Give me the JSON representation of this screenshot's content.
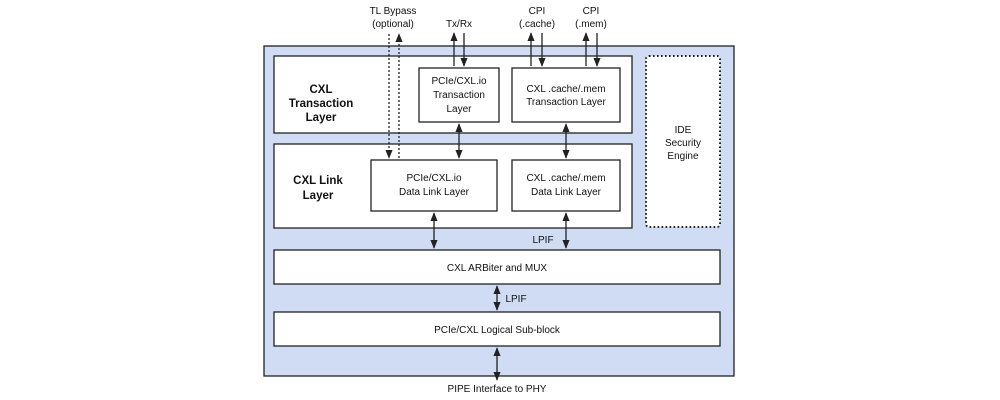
{
  "top_labels": {
    "tl_bypass_1": "TL Bypass",
    "tl_bypass_2": "(optional)",
    "txrx": "Tx/Rx",
    "cpi_cache_1": "CPI",
    "cpi_cache_2": "(.cache)",
    "cpi_mem_1": "CPI",
    "cpi_mem_2": "(.mem)"
  },
  "transaction_layer": {
    "label_1": "CXL",
    "label_2": "Transaction",
    "label_3": "Layer",
    "io_box": [
      "PCIe/CXL.io",
      "Transaction",
      "Layer"
    ],
    "cachemem_box": [
      "CXL .cache/.mem",
      "Transaction Layer"
    ]
  },
  "link_layer": {
    "label_1": "CXL Link",
    "label_2": "Layer",
    "io_box": [
      "PCIe/CXL.io",
      "Data Link Layer"
    ],
    "cachemem_box": [
      "CXL .cache/.mem",
      "Data Link Layer"
    ]
  },
  "ide_engine": [
    "IDE",
    "Security",
    "Engine"
  ],
  "lpif_upper": "LPIF",
  "arbiter": "CXL ARBiter and MUX",
  "lpif_lower": "LPIF",
  "logical_subblock": "PCIe/CXL Logical Sub-block",
  "phy_interface": "PIPE Interface to PHY",
  "colors": {
    "outer_fill": "#cfdcf3",
    "stroke": "#222222",
    "box_fill": "#ffffff"
  }
}
